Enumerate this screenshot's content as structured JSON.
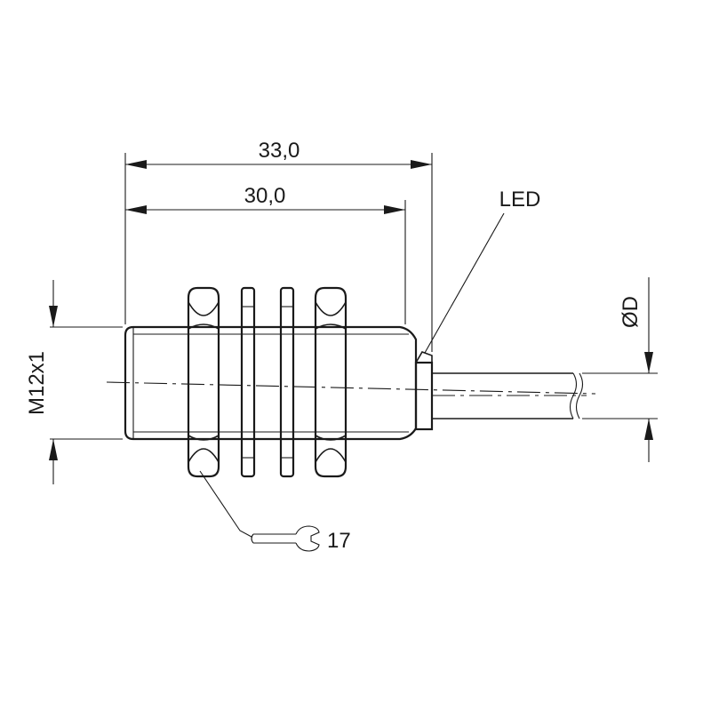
{
  "dimensions": {
    "overall_length": "33,0",
    "thread_length": "30,0",
    "thread": "M12x1",
    "cable_diameter": "ØD",
    "wrench_size": "17"
  },
  "callouts": {
    "led": "LED"
  },
  "colors": {
    "line": "#1a1a1a",
    "background": "#ffffff"
  }
}
